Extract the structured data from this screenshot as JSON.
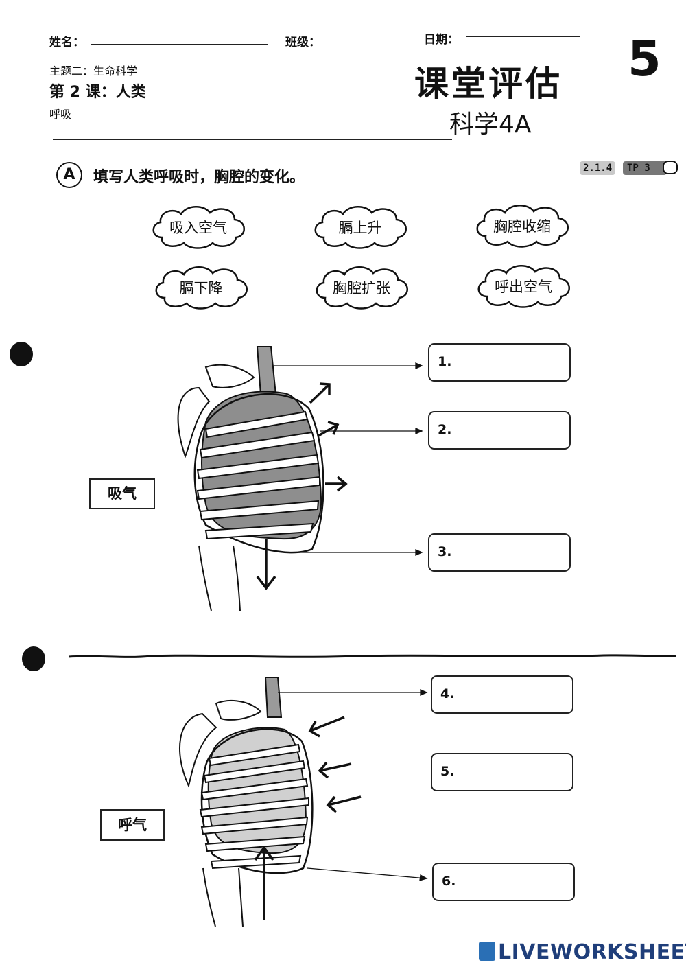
{
  "header": {
    "name_label": "姓名：",
    "class_label": "班级：",
    "date_label": "日期：",
    "topic": "主题二：生命科学",
    "lesson": "第 2 课：人类",
    "subtopic": "呼吸",
    "title": "课堂评估",
    "subject": "科学4A",
    "unit_number": "5"
  },
  "section": {
    "letter": "A",
    "question": "填写人类呼吸时，胸腔的变化。",
    "code": "2.1.4",
    "tp": "TP 3"
  },
  "word_bank": [
    "吸入空气",
    "膈上升",
    "胸腔收缩",
    "膈下降",
    "胸腔扩张",
    "呼出空气"
  ],
  "diagrams": {
    "inhale_label": "吸气",
    "exhale_label": "呼气"
  },
  "answer_boxes": [
    "1.",
    "2.",
    "3.",
    "4.",
    "5.",
    "6."
  ],
  "footer": {
    "brand": "LIVEWORKSHEETS"
  }
}
